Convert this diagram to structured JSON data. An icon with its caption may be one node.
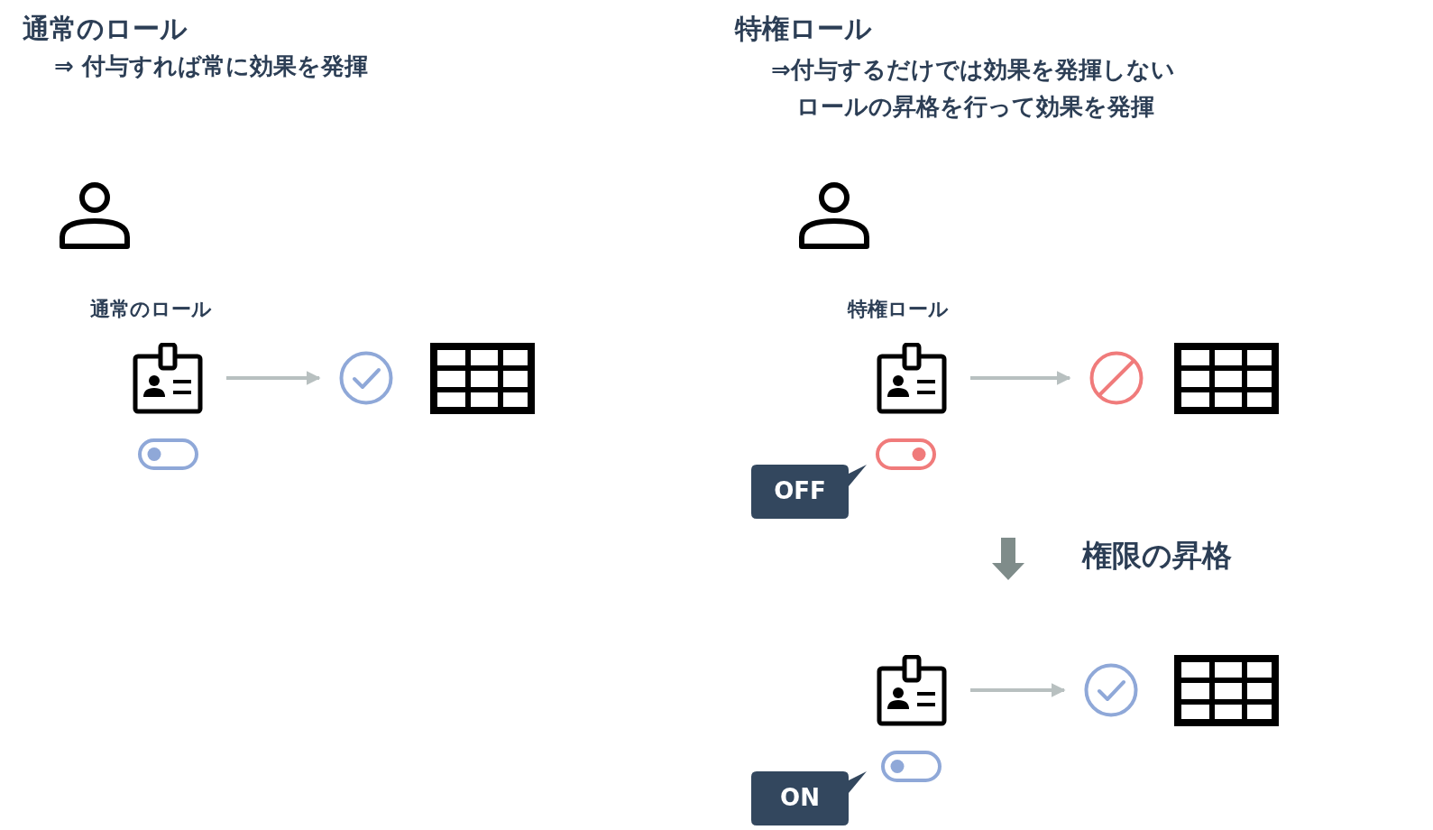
{
  "diagram": {
    "nodes": [
      {
        "text": [],
        "shape": "picture",
        "beside": [
          "通常のロール"
        ]
      },
      {
        "text": [],
        "shape": "circle"
      },
      {
        "text": [],
        "shape": "picture",
        "beside": [
          "特権ロール"
        ]
      },
      {
        "text": [],
        "shape": "circle"
      },
      {
        "text": [],
        "shape": "picture"
      },
      {
        "text": [],
        "shape": "circle"
      }
    ],
    "edges": [
      {
        "from": 0,
        "to": 1,
        "arrow": "to"
      },
      {
        "from": 2,
        "to": 3,
        "arrow": "to"
      },
      {
        "from": 4,
        "to": 5,
        "arrow": "to"
      }
    ],
    "labels": [
      "通常のロール",
      "⇒ 付与すれば常に効果を発揮",
      "特権ロール",
      "⇒付与するだけでは効果を発揮しない",
      "ロールの昇格を行って効果を発揮",
      "OFF",
      "権限の昇格",
      "ON"
    ]
  }
}
